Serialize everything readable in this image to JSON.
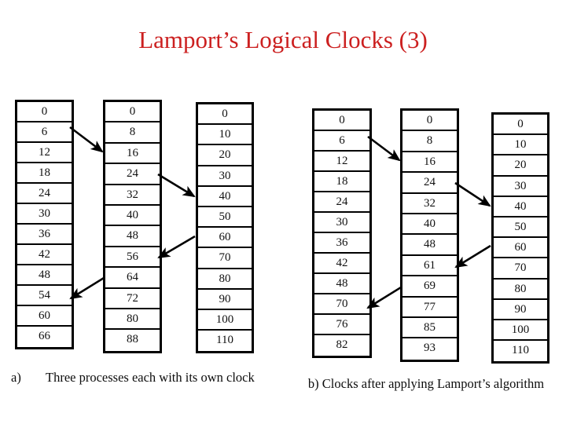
{
  "slide": {
    "title": "Lamport’s Logical Clocks (3)",
    "title_color": "#cc2020",
    "background_color": "#ffffff",
    "line_color": "#000000"
  },
  "figure_a": {
    "caption_label": "a)",
    "caption_text": "Three processes each with its own clock",
    "columns": [
      {
        "name": "process-1",
        "tick": 6,
        "values": [
          "0",
          "6",
          "12",
          "18",
          "24",
          "30",
          "36",
          "42",
          "48",
          "54",
          "60",
          "66"
        ]
      },
      {
        "name": "process-2",
        "tick": 8,
        "values": [
          "0",
          "8",
          "16",
          "24",
          "32",
          "40",
          "48",
          "56",
          "64",
          "72",
          "80",
          "88"
        ]
      },
      {
        "name": "process-3",
        "tick": 10,
        "values": [
          "0",
          "10",
          "20",
          "30",
          "40",
          "50",
          "60",
          "70",
          "80",
          "90",
          "100",
          "110"
        ]
      }
    ],
    "messages": [
      {
        "id": "m1",
        "from_column": 1,
        "from_value": "6",
        "to_column": 2,
        "to_value": "16",
        "direction": "right"
      },
      {
        "id": "m2",
        "from_column": 2,
        "from_value": "24",
        "to_column": 3,
        "to_value": "40",
        "direction": "right"
      },
      {
        "id": "m3",
        "from_column": 3,
        "from_value": "60",
        "to_column": 2,
        "to_value": "56",
        "direction": "left"
      },
      {
        "id": "m4",
        "from_column": 2,
        "from_value": "64",
        "to_column": 1,
        "to_value": "54",
        "direction": "left"
      }
    ]
  },
  "figure_b": {
    "caption_text": "b) Clocks after applying Lamport’s algorithm",
    "columns": [
      {
        "name": "process-1",
        "tick": 6,
        "values": [
          "0",
          "6",
          "12",
          "18",
          "24",
          "30",
          "36",
          "42",
          "48",
          "70",
          "76",
          "82"
        ]
      },
      {
        "name": "process-2",
        "tick": 8,
        "values": [
          "0",
          "8",
          "16",
          "24",
          "32",
          "40",
          "48",
          "61",
          "69",
          "77",
          "85",
          "93"
        ]
      },
      {
        "name": "process-3",
        "tick": 10,
        "values": [
          "0",
          "10",
          "20",
          "30",
          "40",
          "50",
          "60",
          "70",
          "80",
          "90",
          "100",
          "110"
        ]
      }
    ],
    "messages": [
      {
        "id": "m1",
        "from_column": 1,
        "from_value": "6",
        "to_column": 2,
        "to_value": "16",
        "direction": "right"
      },
      {
        "id": "m2",
        "from_column": 2,
        "from_value": "24",
        "to_column": 3,
        "to_value": "40",
        "direction": "right"
      },
      {
        "id": "m3",
        "from_column": 3,
        "from_value": "60",
        "to_column": 2,
        "to_value": "61",
        "direction": "left"
      },
      {
        "id": "m4",
        "from_column": 2,
        "from_value": "69",
        "to_column": 1,
        "to_value": "70",
        "direction": "left"
      }
    ]
  }
}
